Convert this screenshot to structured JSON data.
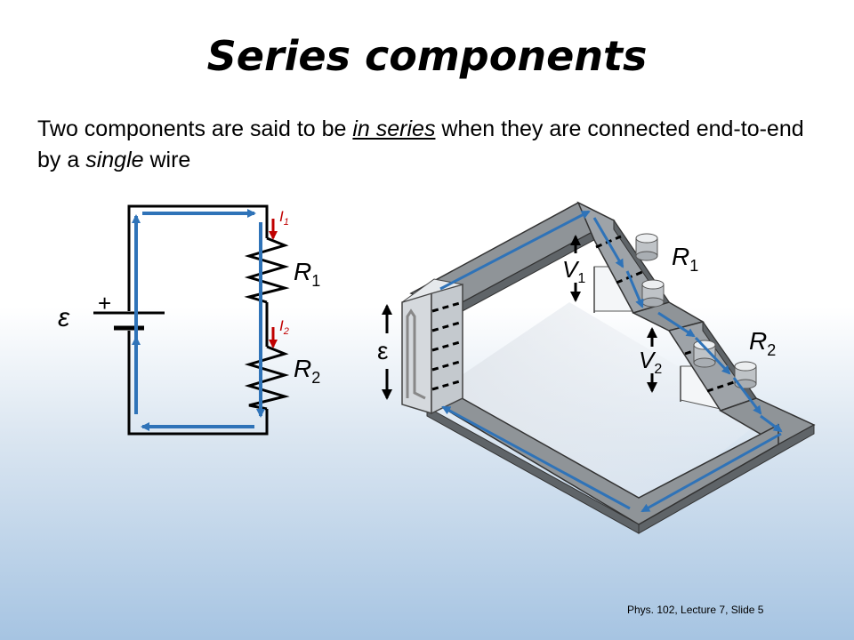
{
  "slide": {
    "title": "Series components",
    "intro": {
      "before": "Two components are said to be ",
      "in_series": "in series",
      "middle": " when they are connected end-to-end by a ",
      "single": "single",
      "after": " wire"
    },
    "footer": "Phys. 102, Lecture 7, Slide 5"
  },
  "schematic": {
    "emf_symbol": "ε",
    "plus_sign": "+",
    "resistor1": {
      "letter": "R",
      "sub": "1"
    },
    "resistor2": {
      "letter": "R",
      "sub": "2"
    },
    "current1": {
      "letter": "I",
      "sub": "1"
    },
    "current2": {
      "letter": "I",
      "sub": "2"
    },
    "colors": {
      "current_arrow": "#2f73b8",
      "current_label": "#c00000",
      "wire": "#000000"
    }
  },
  "model_3d": {
    "emf_symbol": "ε",
    "resistor1": {
      "letter": "R",
      "sub": "1"
    },
    "resistor2": {
      "letter": "R",
      "sub": "2"
    },
    "voltage1": {
      "letter": "V",
      "sub": "1"
    },
    "voltage2": {
      "letter": "V",
      "sub": "2"
    },
    "colors": {
      "channel": "#8f9498",
      "channel_dark": "#5f6468",
      "flow": "#2f73b8"
    }
  }
}
